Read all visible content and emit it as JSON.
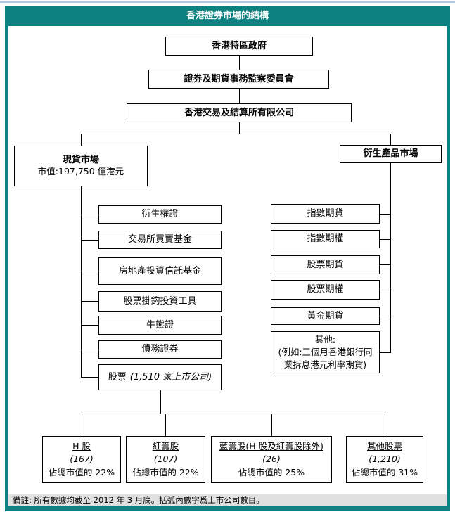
{
  "header": {
    "title": "香港證券市場的結構"
  },
  "top_chain": {
    "gov": "香港特區政府",
    "sfc": "證券及期貨事務監察委員會",
    "hkex": "香港交易及結算所有限公司"
  },
  "cash_market": {
    "title": "現貨市場",
    "subtitle": "市值:197,750 億港元",
    "items": [
      "衍生權證",
      "交易所買賣基金",
      "房地產投資信託基金",
      "股票掛鈎投資工具",
      "牛熊證",
      "債務證券"
    ],
    "stocks": {
      "label": "股票",
      "note": "(1,510 家上市公司)"
    }
  },
  "derivatives_market": {
    "title": "衍生產品市場",
    "items": [
      "指數期貨",
      "指數期權",
      "股票期貨",
      "股票期權",
      "黃金期貨"
    ],
    "others": {
      "title": "其他:",
      "note": "(例如:三個月香港銀行同業拆息港元利率期貨)"
    }
  },
  "stock_breakdown": [
    {
      "name": "H 股",
      "count": "(167)",
      "share": "佔總市值的 22%"
    },
    {
      "name": "紅籌股",
      "count": "(107)",
      "share": "佔總市值的 22%"
    },
    {
      "name": "藍籌股(H 股及紅籌股除外)",
      "count": "(26)",
      "share": "佔總市值的 25%"
    },
    {
      "name": "其他股票",
      "count": "(1,210)",
      "share": "佔總市值的 31%"
    }
  ],
  "footer": {
    "note": "備註: 所有數據均截至 2012 年 3 月底。括弧內數字爲上市公司數目。"
  },
  "colors": {
    "teal": "#0d8080",
    "top_line": "#aec6e8",
    "footer_bg": "#e0e0e0"
  }
}
